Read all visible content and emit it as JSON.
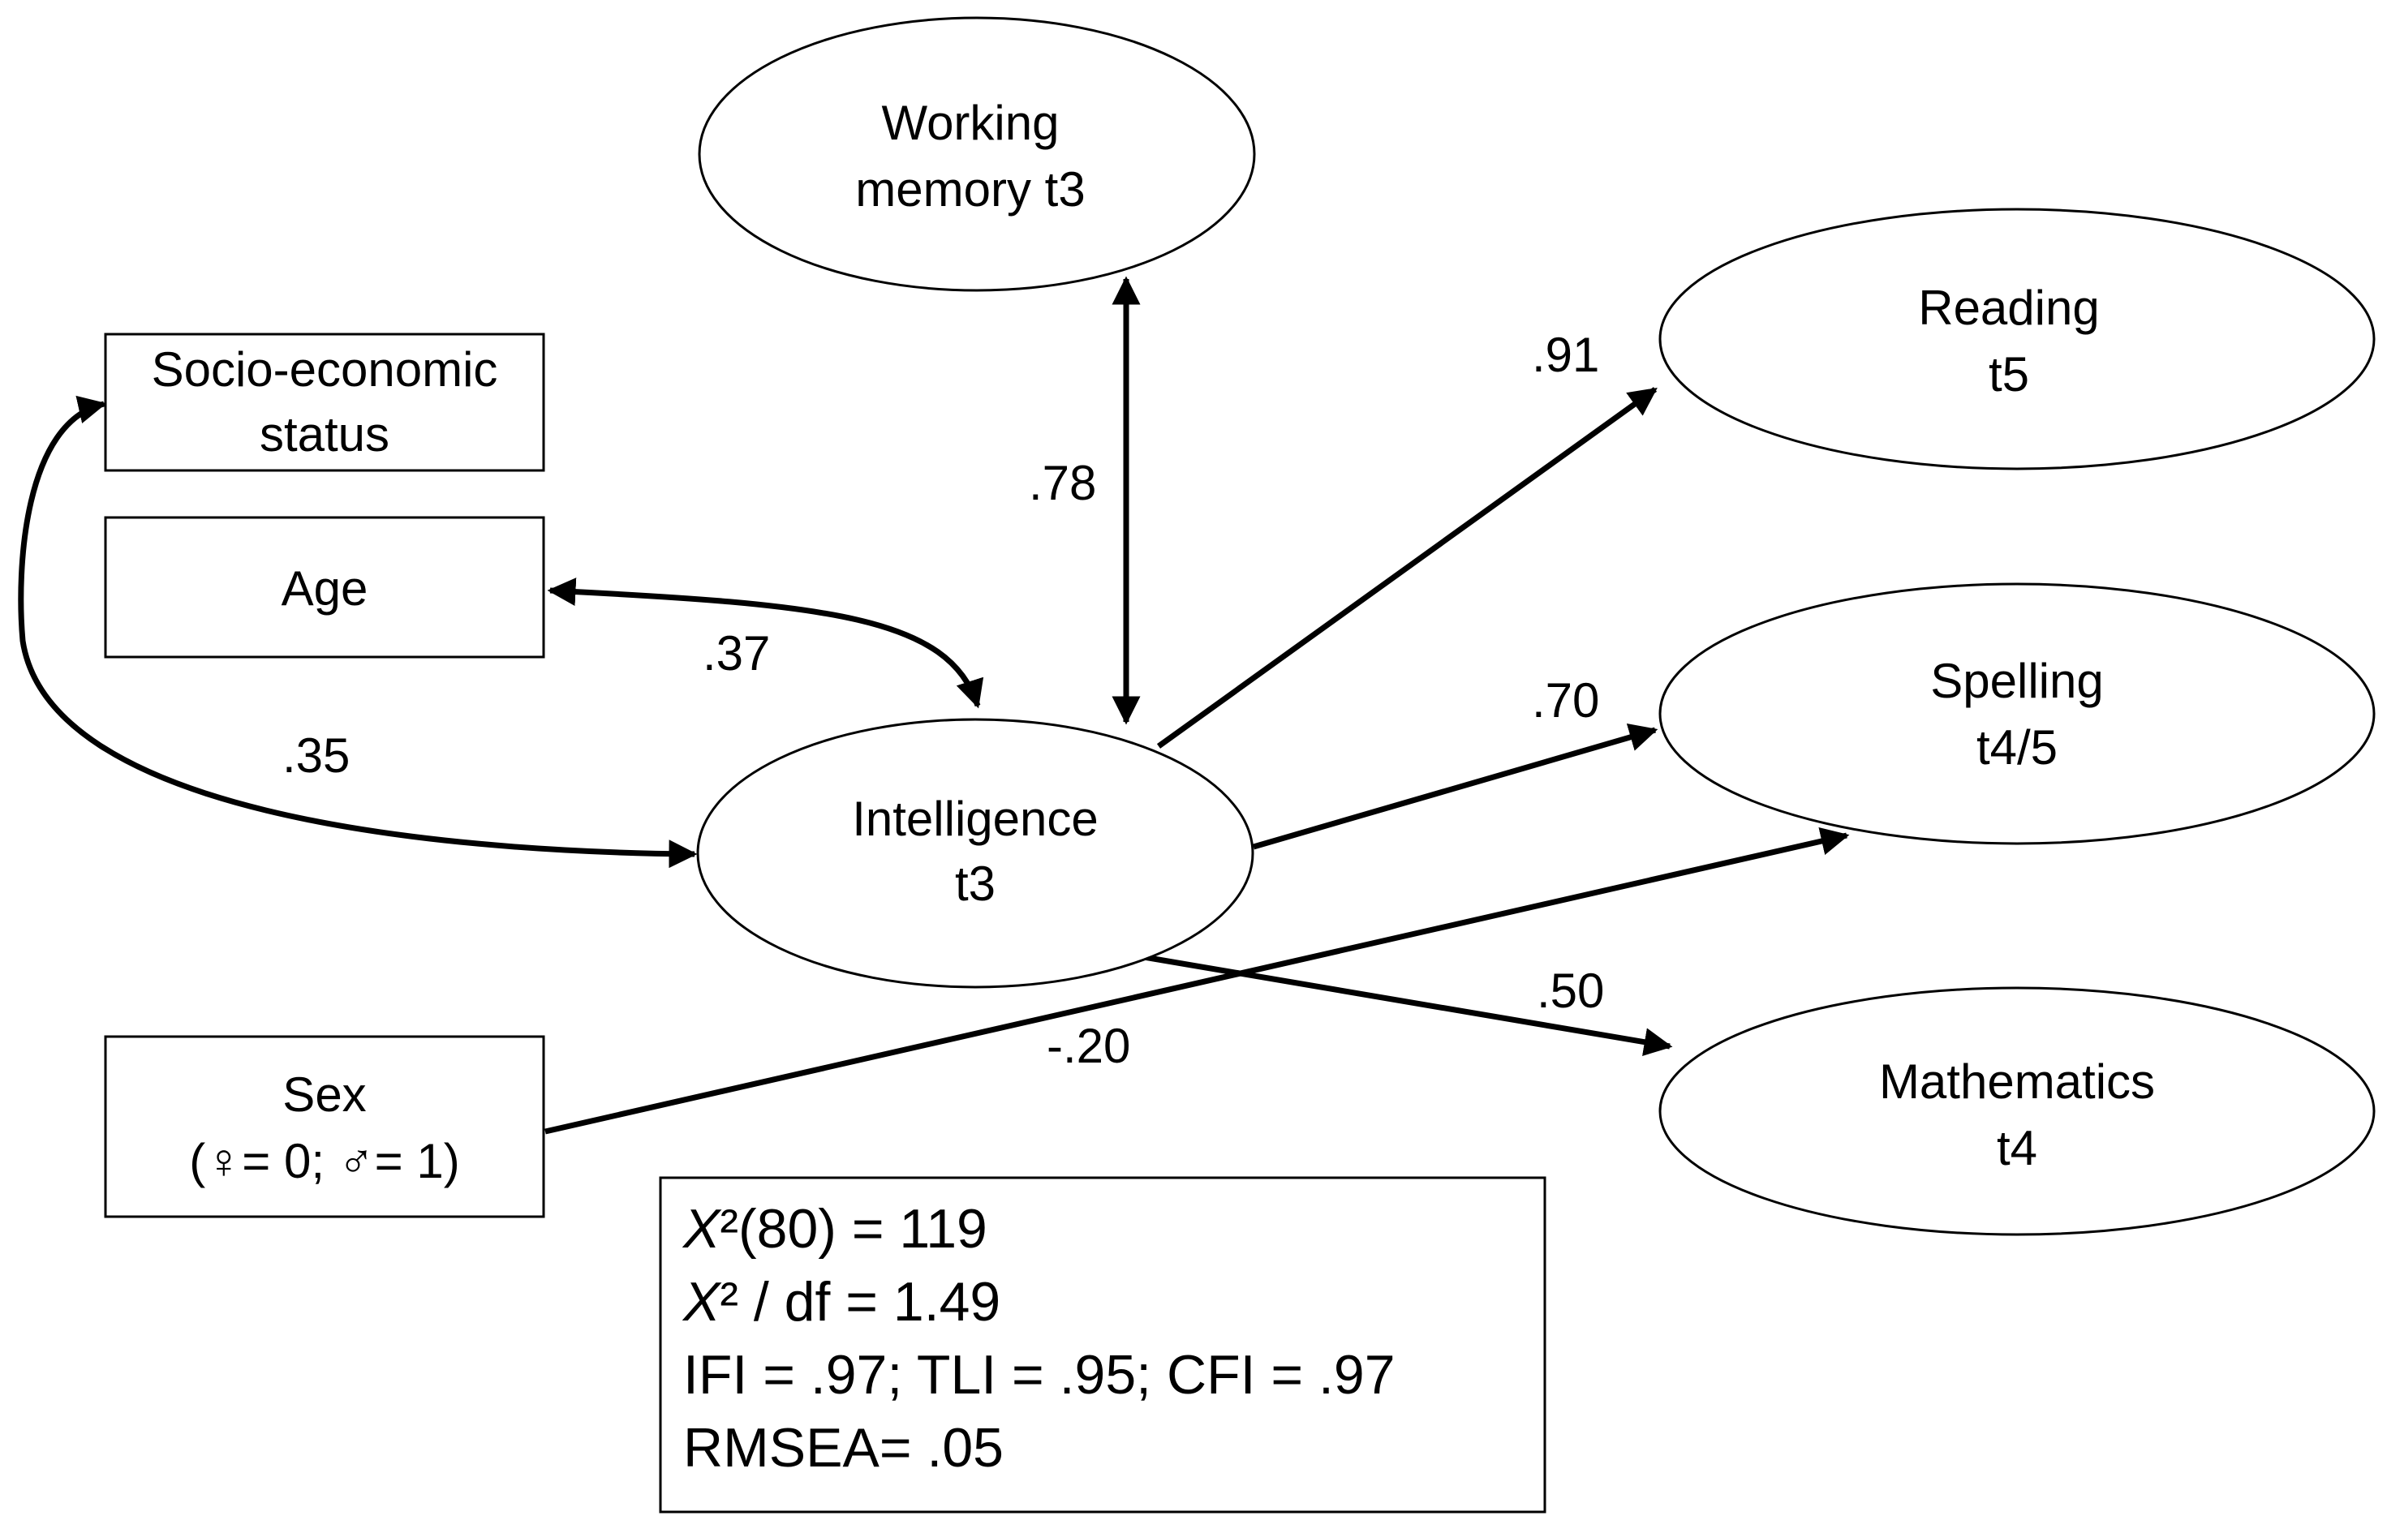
{
  "nodes": {
    "working_memory": {
      "line1": "Working",
      "line2": "memory  t3"
    },
    "reading": {
      "line1": "Reading",
      "line2": "t5"
    },
    "spelling": {
      "line1": "Spelling",
      "line2": "t4/5"
    },
    "mathematics": {
      "line1": "Mathematics",
      "line2": "t4"
    },
    "intelligence": {
      "line1": "Intelligence",
      "line2": "t3"
    },
    "ses": {
      "line1": "Socio-economic",
      "line2": "status"
    },
    "age": {
      "line1": "Age"
    },
    "sex": {
      "line1": "Sex",
      "line2": "(♀= 0; ♂= 1)"
    }
  },
  "coefficients": {
    "intel_wm": ".78",
    "intel_reading": ".91",
    "intel_spelling": ".70",
    "intel_math": ".50",
    "sex_spelling": "-.20",
    "age_intel": ".37",
    "ses_intel": ".35"
  },
  "fit": {
    "chi_sq_symbol": "X",
    "chi_sq_rest": "²(80) = 119",
    "chi_df_symbol": "X",
    "chi_df_rest": "² / df = 1.49",
    "indices": "IFI = .97; TLI = .95; CFI = .97",
    "rmsea": "RMSEA= .05"
  }
}
